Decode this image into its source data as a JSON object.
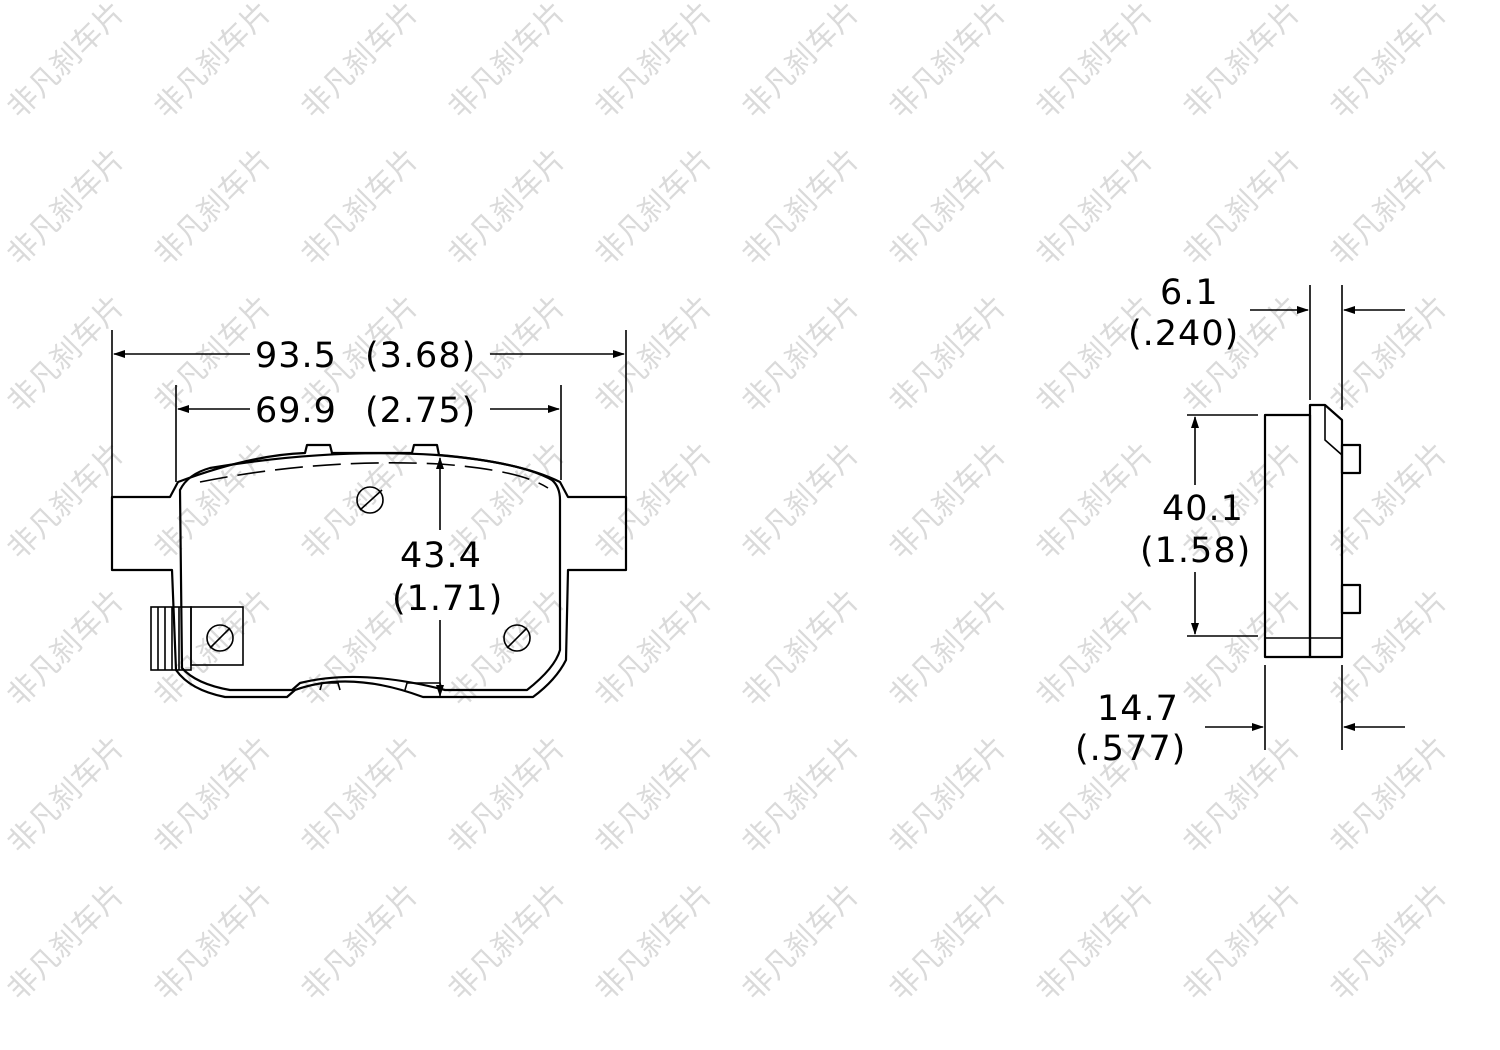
{
  "watermark": {
    "text": "非凡刹车片",
    "color": "#bdbdbd"
  },
  "front_view": {
    "overall_width": {
      "mm": "93.5",
      "inch": "(3.68)"
    },
    "inner_width": {
      "mm": "69.9",
      "inch": "(2.75)"
    },
    "height": {
      "mm": "43.4",
      "inch": "(1.71)"
    }
  },
  "side_view": {
    "backing_plate_thickness": {
      "mm": "6.1",
      "inch": "(.240)"
    },
    "friction_height": {
      "mm": "40.1",
      "inch": "(1.58)"
    },
    "total_thickness": {
      "mm": "14.7",
      "inch": "(.577)"
    }
  },
  "line_color": "#000000"
}
